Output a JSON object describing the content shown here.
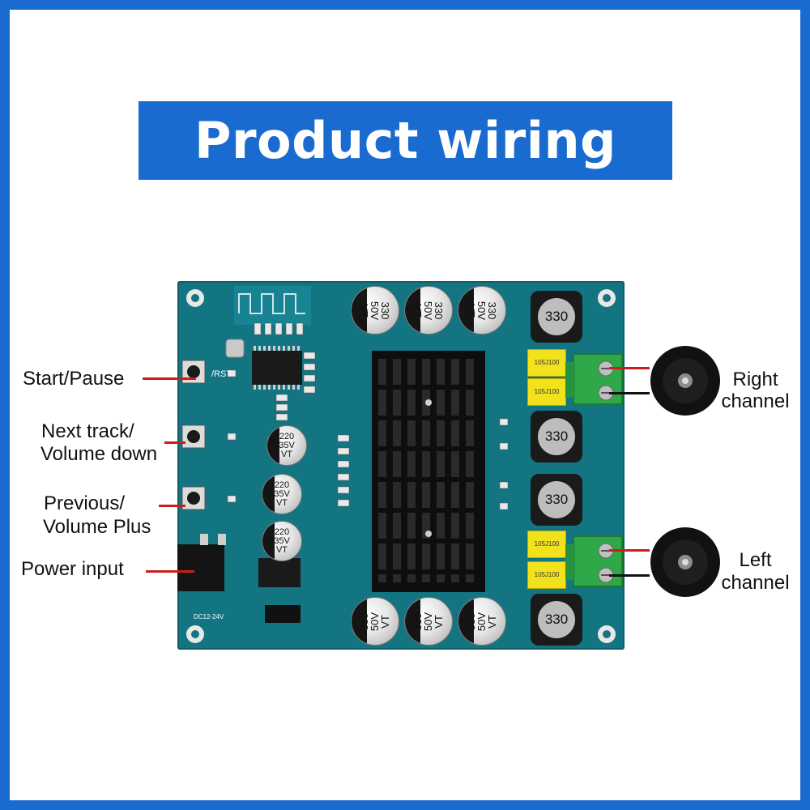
{
  "title": "Product wiring",
  "labels": {
    "start_pause": "Start/Pause",
    "next_track_1": "Next track/",
    "next_track_2": "Volume down",
    "previous_1": "Previous/",
    "previous_2": "Volume Plus",
    "power_input": "Power input",
    "right_1": "Right",
    "right_2": "channel",
    "left_1": "Left",
    "left_2": "channel"
  },
  "board_markings": {
    "cap_large": [
      "330",
      "50V",
      "VT"
    ],
    "cap_small": [
      "220",
      "35V",
      "VT"
    ],
    "inductor": "330",
    "film_cap": "105J100",
    "dc_label": "DC12-24V",
    "rst": "/RST"
  },
  "colors": {
    "frame": "#1a6bd0",
    "board": "#137482",
    "terminal": "#2fa84a",
    "film_cap": "#f2e21b",
    "wire_positive": "#d11b1b",
    "wire_negative": "#111111"
  }
}
